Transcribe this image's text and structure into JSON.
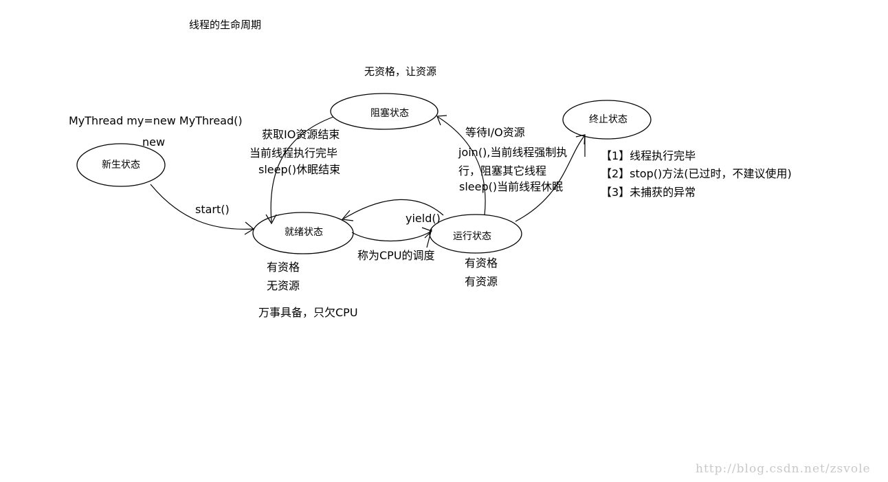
{
  "title": "线程的生命周期",
  "constructor_text": "MyThread my=new MyThread()",
  "states": {
    "new": "新生状态",
    "ready": "就绪状态",
    "running": "运行状态",
    "blocked": "阻塞状态",
    "dead": "终止状态"
  },
  "transitions": {
    "new": "new",
    "start": "start()",
    "yield": "yield()",
    "schedule": "称为CPU的调度",
    "wait_io": "等待I/O资源"
  },
  "blocked_note": "无资格，让资源",
  "blocked_exit_reasons": [
    "获取IO资源结束",
    "当前线程执行完毕",
    "sleep()休眠结束"
  ],
  "running_to_blocked_reasons": [
    "join(),当前线程强制执",
    "行，阻塞其它线程",
    "sleep()当前线程休眠"
  ],
  "ready_notes": [
    "有资格",
    "无资源"
  ],
  "ready_summary": "万事具备，只欠CPU",
  "running_notes": [
    "有资格",
    "有资源"
  ],
  "dead_reasons": [
    "【1】线程执行完毕",
    "【2】stop()方法(已过时，不建议使用)",
    "【3】未捕获的异常"
  ],
  "watermark": "http://blog.csdn.net/zsvole",
  "colors": {
    "line": "#000000",
    "background": "#ffffff",
    "watermark": "#c8c8c8"
  }
}
